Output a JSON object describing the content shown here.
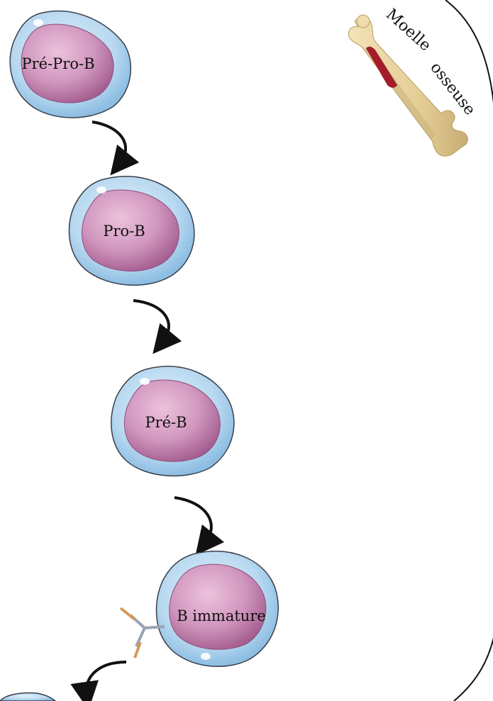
{
  "region": {
    "name": "Moelle osseuse",
    "words": [
      "Moelle",
      "osseuse"
    ]
  },
  "cells": [
    {
      "id": "pre-pro-b",
      "label": "Pré-Pro-B"
    },
    {
      "id": "pro-b",
      "label": "Pro-B"
    },
    {
      "id": "pre-b",
      "label": "Pré-B"
    },
    {
      "id": "b-immature",
      "label": "B immature"
    }
  ],
  "colors": {
    "membrane_outer": "#d9ecf8",
    "membrane_inner": "#8fc0e3",
    "membrane_stroke": "#3a3f4a",
    "nucleus_light": "#e6b3d3",
    "nucleus_dark": "#a25b8d",
    "arrow": "#111111",
    "boundary": "#111111",
    "bone": "#e8d4a2",
    "bone_shadow": "#c9b07a",
    "marrow": "#a31e2a",
    "antibody_heavy": "#9aa3b5",
    "antibody_light": "#d49a55"
  }
}
